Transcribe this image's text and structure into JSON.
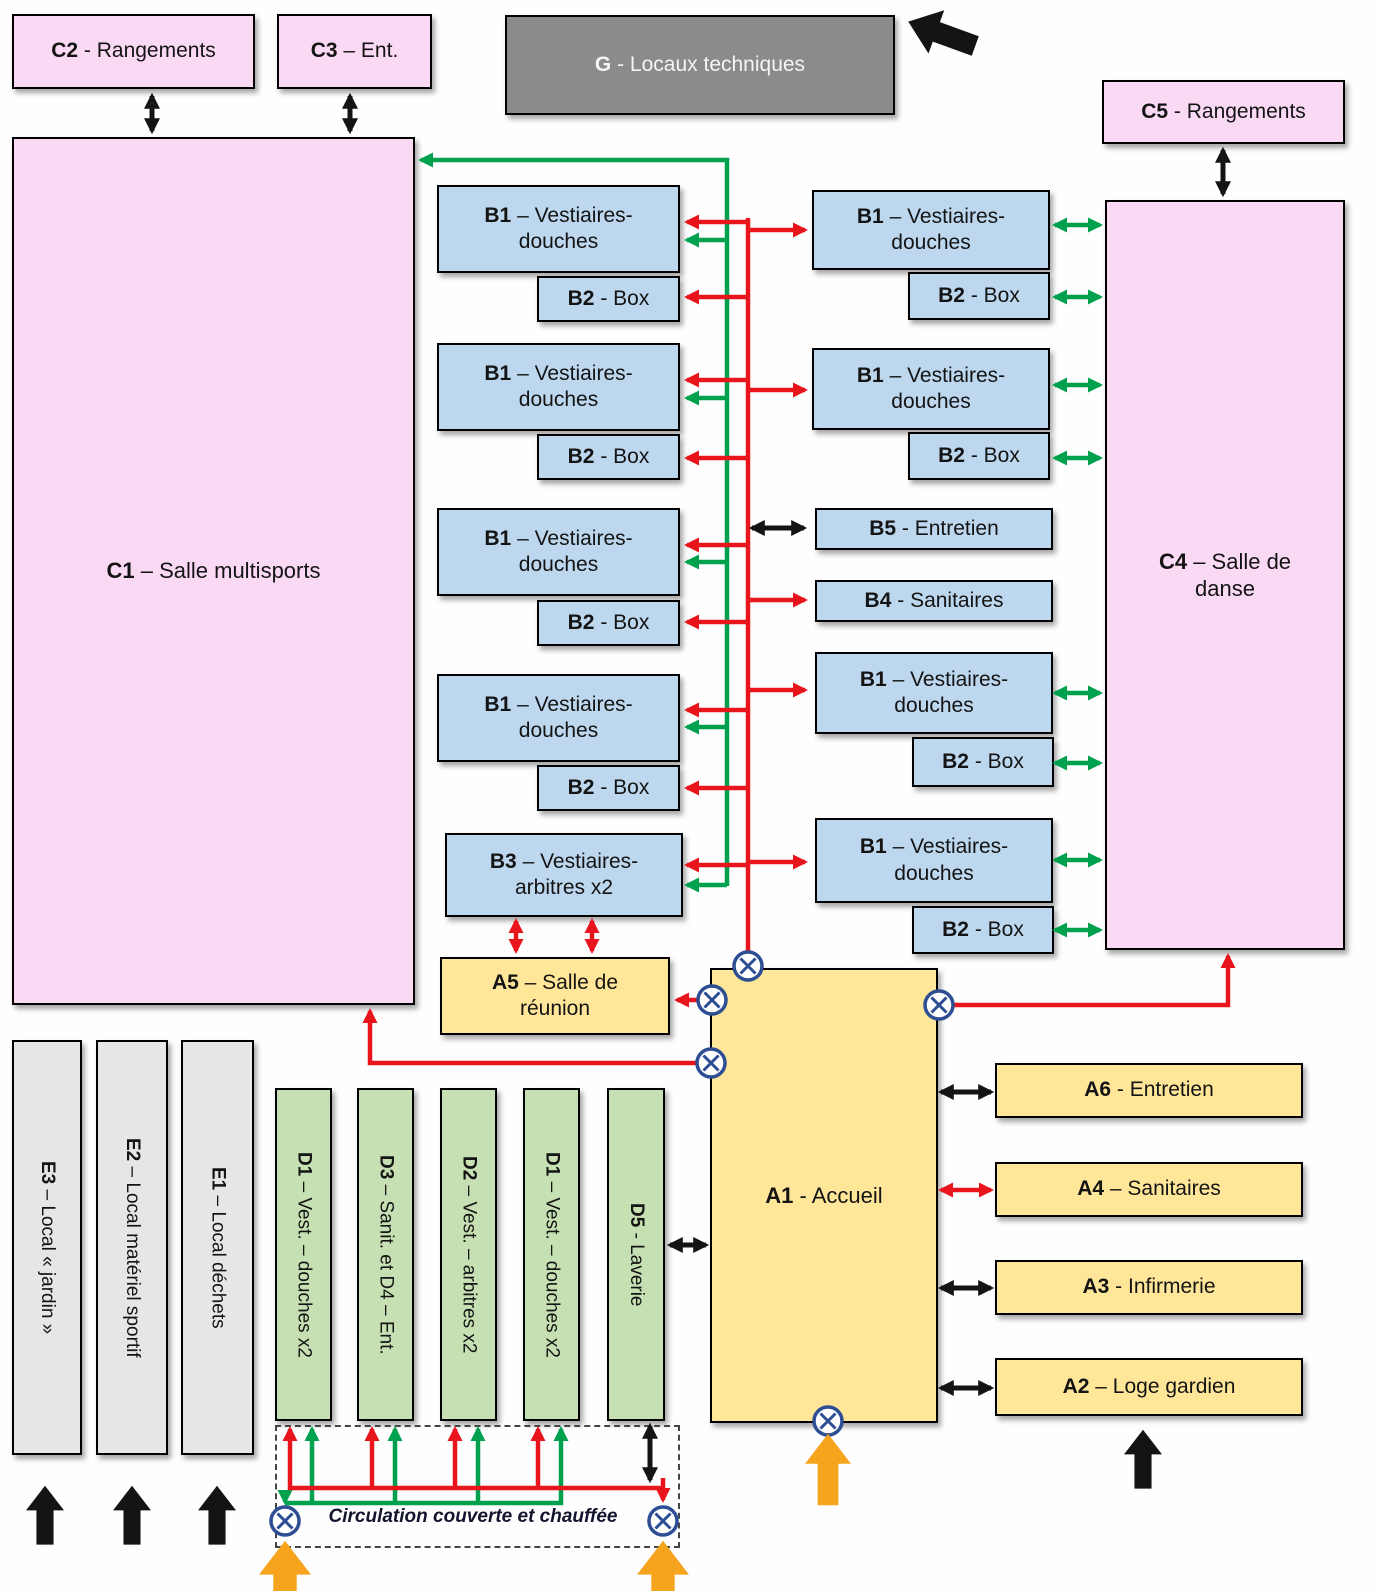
{
  "colors": {
    "red": "#e8151c",
    "green": "#00a14e",
    "black": "#141414",
    "orange": "#f6a41e",
    "navy": "#2d4e92",
    "pink": "#f9d9f3",
    "blue": "#bdd7ee",
    "yellow": "#ffe699",
    "green_room": "#c6e0b4",
    "gray_room": "#e7e6e6",
    "dark_gray": "#8b8b8b"
  },
  "rooms": {
    "c1": {
      "code": "C1",
      "rest": " – Salle multisports"
    },
    "c2": {
      "code": "C2",
      "rest": " - Rangements"
    },
    "c3": {
      "code": "C3",
      "rest": " – Ent."
    },
    "c4": {
      "code": "C4",
      "rest": " – Salle de danse"
    },
    "c5": {
      "code": "C5",
      "rest": " - Rangements"
    },
    "g": {
      "code": "G",
      "rest": " - Locaux techniques"
    },
    "b1": {
      "code": "B1",
      "rest": " – Vestiaires-douches"
    },
    "b2": {
      "code": "B2",
      "rest": " - Box"
    },
    "b3": {
      "code": "B3",
      "rest": " – Vestiaires-arbitres x2"
    },
    "b4": {
      "code": "B4",
      "rest": " - Sanitaires"
    },
    "b5": {
      "code": "B5",
      "rest": " - Entretien"
    },
    "a1": {
      "code": "A1",
      "rest": " - Accueil"
    },
    "a2": {
      "code": "A2",
      "rest": " – Loge gardien"
    },
    "a3": {
      "code": "A3",
      "rest": " - Infirmerie"
    },
    "a4": {
      "code": "A4",
      "rest": " – Sanitaires"
    },
    "a5": {
      "code": "A5",
      "rest": " – Salle de réunion"
    },
    "a6": {
      "code": "A6",
      "rest": " - Entretien"
    },
    "d1": {
      "code": "D1",
      "rest": " – Vest. – douches x2"
    },
    "d2": {
      "code": "D2",
      "rest": " – Vest. – arbitres x2"
    },
    "d3": {
      "code": "D3",
      "rest": " – Sanit. et D4 – Ent."
    },
    "d5": {
      "code": "D5",
      "rest": " - Laverie"
    },
    "e1": {
      "code": "E1",
      "rest": " – Local déchets"
    },
    "e2": {
      "code": "E2",
      "rest": " – Local matériel sportif"
    },
    "e3": {
      "code": "E3",
      "rest": " – Local « jardin »"
    }
  },
  "annotations": {
    "circulation": "Circulation couverte et chauffée"
  }
}
